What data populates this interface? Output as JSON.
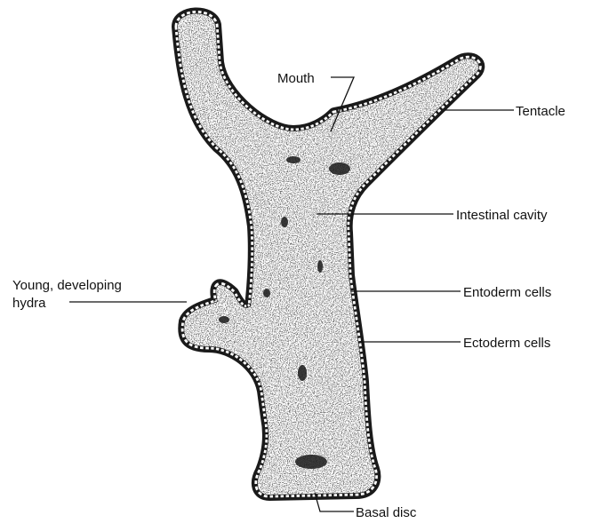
{
  "diagram": {
    "labels": {
      "mouth": "Mouth",
      "tentacle": "Tentacle",
      "intestinal_cavity": "Intestinal cavity",
      "young_line1": "Young, developing",
      "young_line2": "hydra",
      "entoderm": "Entoderm cells",
      "ectoderm": "Ectoderm cells",
      "basal_disc": "Basal disc"
    }
  }
}
